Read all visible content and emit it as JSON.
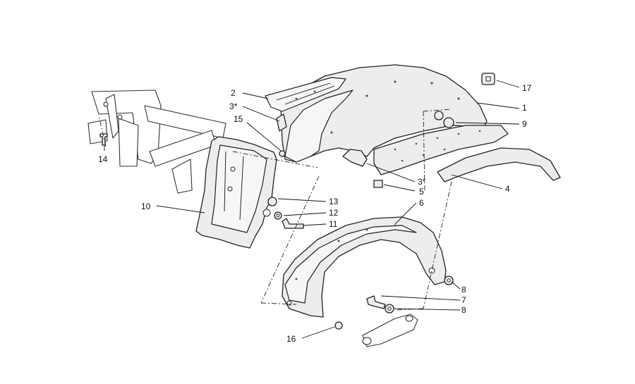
{
  "callouts": [
    {
      "id": "c1",
      "text": "1"
    },
    {
      "id": "c2",
      "text": "2"
    },
    {
      "id": "c3a",
      "text": "3*"
    },
    {
      "id": "c3b",
      "text": "3*"
    },
    {
      "id": "c4",
      "text": "4"
    },
    {
      "id": "c5",
      "text": "5"
    },
    {
      "id": "c6",
      "text": "6"
    },
    {
      "id": "c7",
      "text": "7"
    },
    {
      "id": "c8a",
      "text": "8"
    },
    {
      "id": "c8b",
      "text": "8"
    },
    {
      "id": "c9",
      "text": "9"
    },
    {
      "id": "c10",
      "text": "10"
    },
    {
      "id": "c11",
      "text": "11"
    },
    {
      "id": "c12",
      "text": "12"
    },
    {
      "id": "c13",
      "text": "13"
    },
    {
      "id": "c14",
      "text": "14"
    },
    {
      "id": "c15",
      "text": "15"
    },
    {
      "id": "c16",
      "text": "16"
    },
    {
      "id": "c17",
      "text": "17"
    }
  ]
}
